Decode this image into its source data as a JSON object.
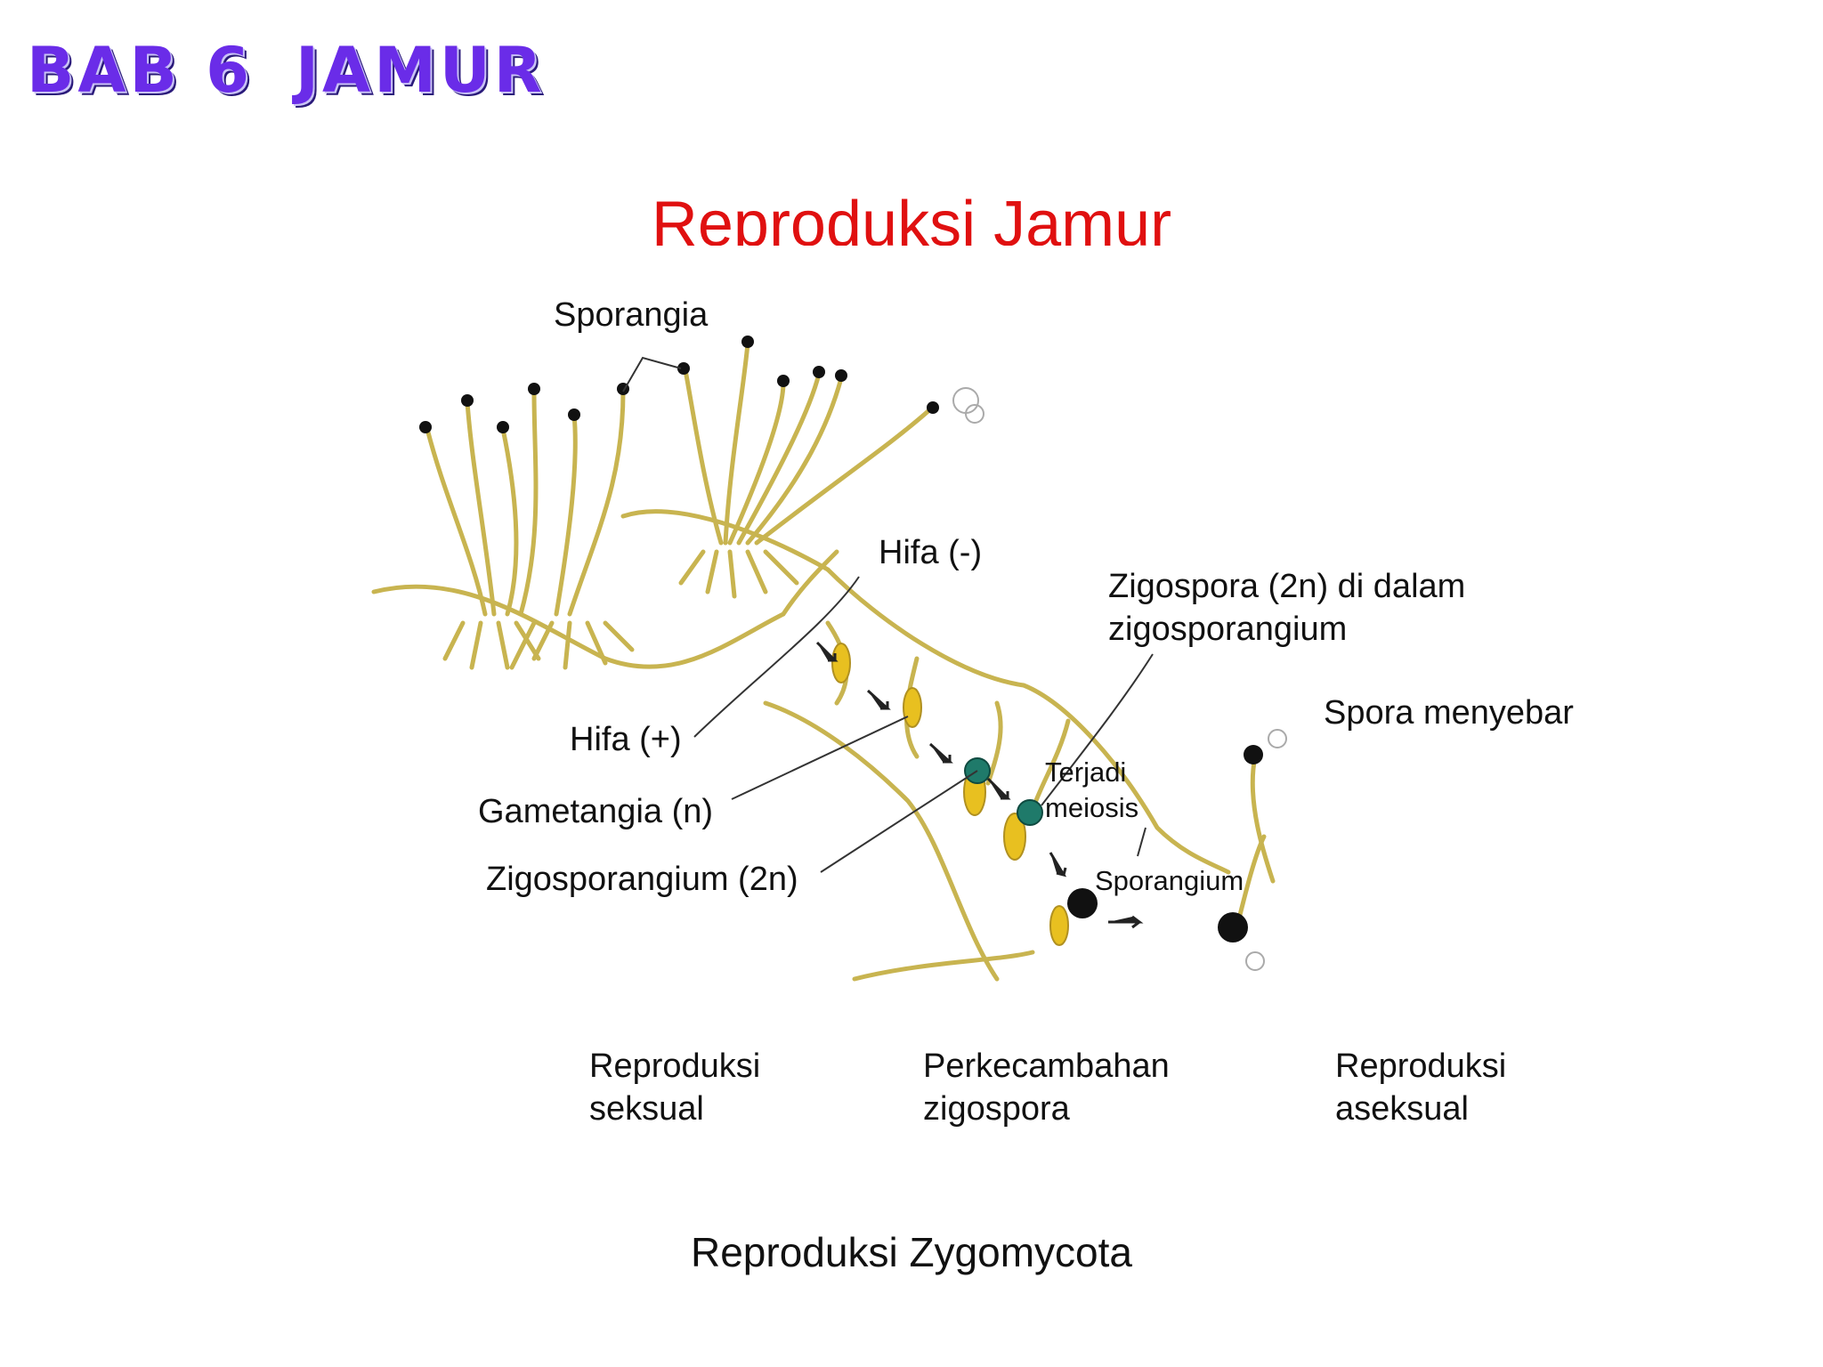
{
  "header": {
    "chapter": "BAB 6",
    "topic": "JAMUR"
  },
  "title": "Reproduksi Jamur",
  "labels": {
    "sporangia": "Sporangia",
    "hifa_minus": "Hifa (-)",
    "zigospora": "Zigospora (2n) di dalam zigosporangium",
    "spora_menyebar": "Spora menyebar",
    "hifa_plus": "Hifa (+)",
    "gametangia": "Gametangia (n)",
    "zigosporangium": "Zigosporangium (2n)",
    "terjadi": "Terjadi",
    "meiosis": "meiosis",
    "sporangium": "Sporangium"
  },
  "stages": {
    "seksual_1": "Reproduksi",
    "seksual_2": "seksual",
    "perkecambahan_1": "Perkecambahan",
    "perkecambahan_2": "zigospora",
    "aseksual_1": "Reproduksi",
    "aseksual_2": "aseksual"
  },
  "caption": "Reproduksi Zygomycota",
  "colors": {
    "title": "#e01010",
    "header": "#6a2ce8",
    "hypha": "#c8b450",
    "gametangium": "#e8c020",
    "zygospore": "#1f7a6a",
    "sporangium": "#111111"
  }
}
